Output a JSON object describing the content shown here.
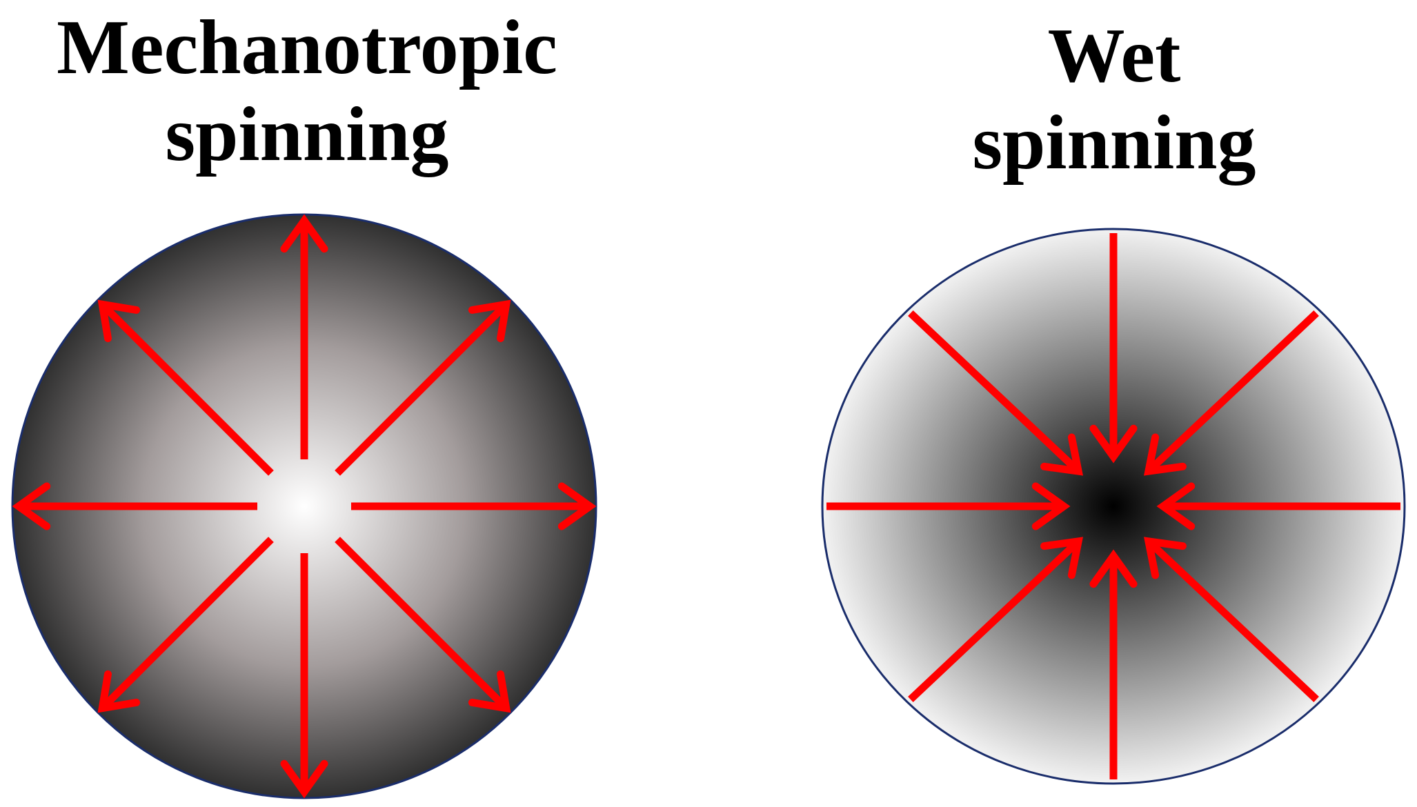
{
  "panels": [
    {
      "id": "mechanotropic",
      "title_line1": "Mechanotropic",
      "title_line2": "spinning",
      "gradient": {
        "center_color": "#ffffff",
        "mid_color": "#a39c9c",
        "edge_color": "#303030"
      },
      "arrow_direction": "outward",
      "arrow_count": 8
    },
    {
      "id": "wet",
      "title_line1": "Wet",
      "title_line2": "spinning",
      "gradient": {
        "center_color": "#000000",
        "mid_color": "#7a7a7a",
        "edge_color": "#f2f2f2"
      },
      "arrow_direction": "inward",
      "arrow_count": 8
    }
  ],
  "colors": {
    "arrow": "#ff0000",
    "circle_border": "#1a2d6b",
    "background": "#ffffff"
  }
}
